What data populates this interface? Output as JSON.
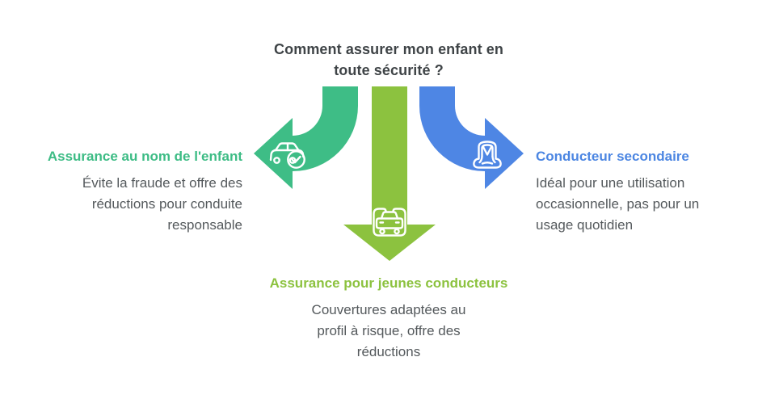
{
  "colors": {
    "green": "#3EBD86",
    "lime": "#8CC23F",
    "blue": "#4E86E4",
    "heading_text": "#3F4447",
    "body_text": "#54595C"
  },
  "title": {
    "lines": [
      "Comment assurer mon enfant en",
      "toute sécurité ?"
    ]
  },
  "branches": {
    "left": {
      "title": "Assurance au nom de l'enfant",
      "lines": [
        "Évite la fraude et offre des",
        "réductions pour conduite",
        "responsable"
      ],
      "icon": "car-with-checkmark"
    },
    "bottom": {
      "title": "Assurance pour jeunes conducteurs",
      "lines": [
        "Couvertures adaptées au",
        "profil à risque, offre des",
        "réductions"
      ],
      "icon": "car-front-in-badge"
    },
    "right": {
      "title": "Conducteur secondaire",
      "lines": [
        "Idéal pour une utilisation",
        "occasionnelle, pas pour un",
        "usage quotidien"
      ],
      "icon": "child-car-seat"
    }
  }
}
